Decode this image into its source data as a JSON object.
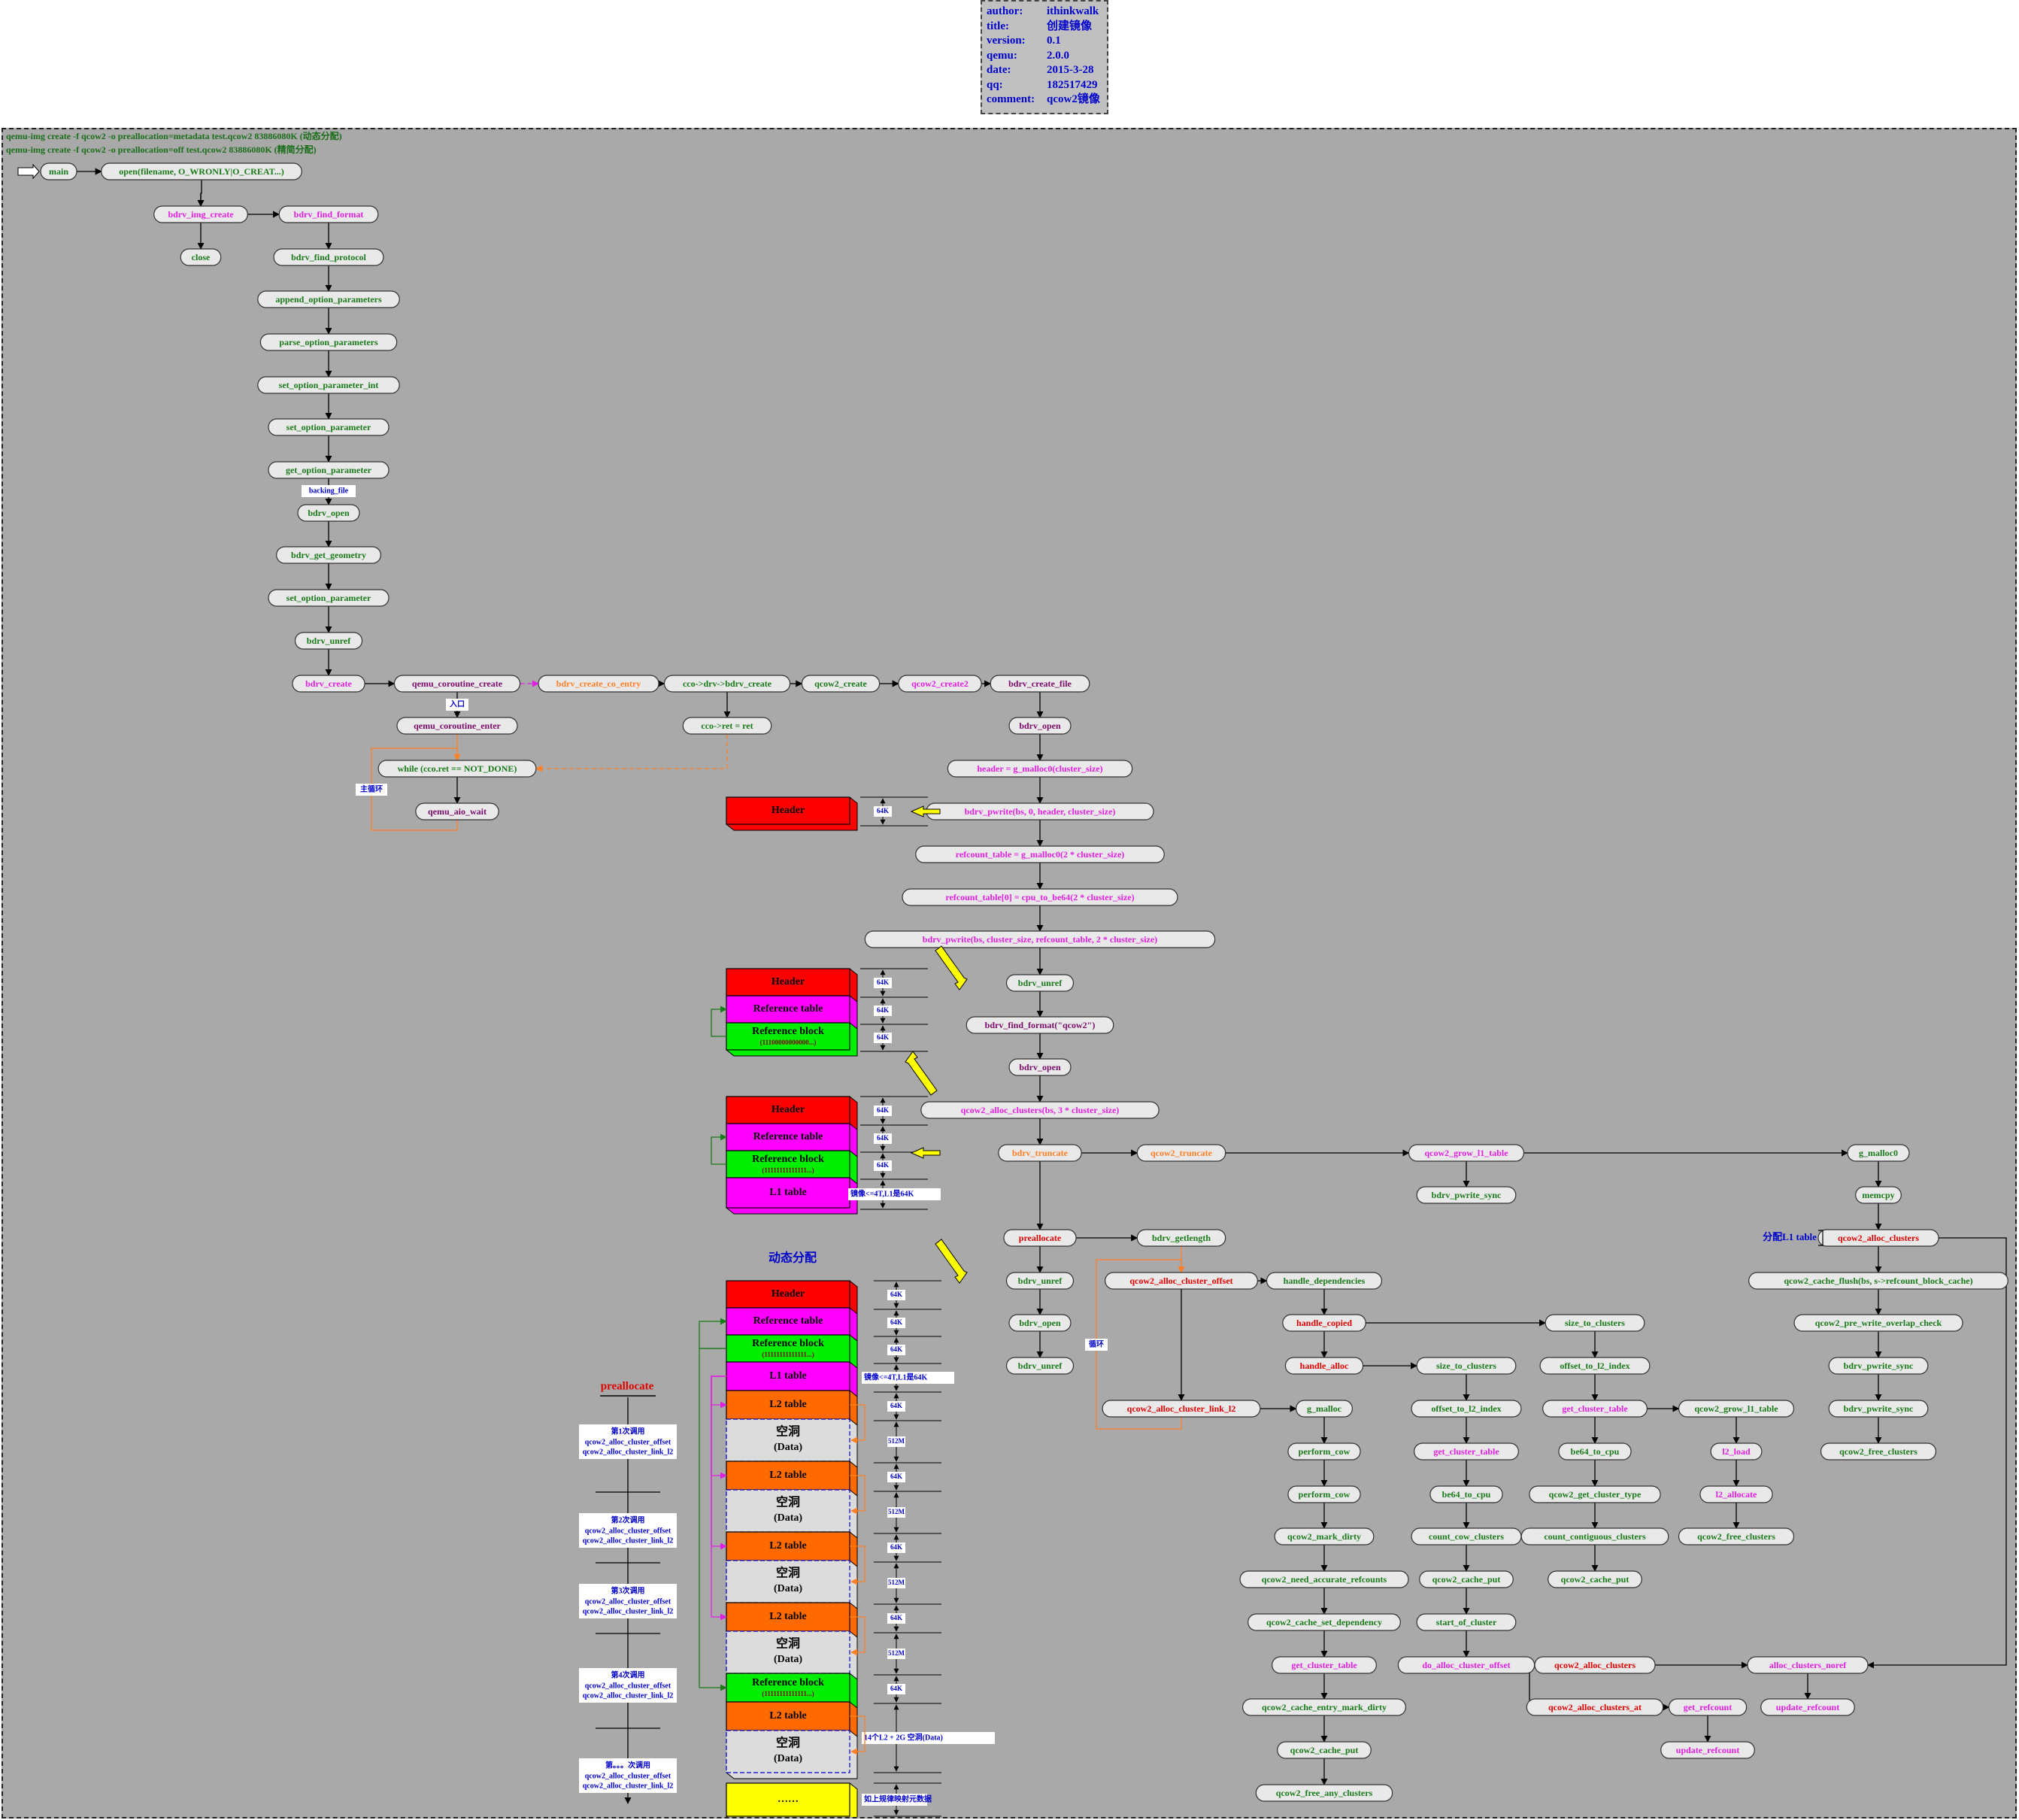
{
  "meta": {
    "rows": [
      {
        "key": "author:",
        "value": "ithinkwalk"
      },
      {
        "key": "title:",
        "value": "创建镜像"
      },
      {
        "key": "version:",
        "value": "0.1"
      },
      {
        "key": "qemu:",
        "value": "2.0.0"
      },
      {
        "key": "date:",
        "value": "2015-3-28"
      },
      {
        "key": "qq:",
        "value": "182517429"
      },
      {
        "key": "comment:",
        "value": "qcow2镜像"
      }
    ]
  },
  "commands": {
    "line1": "qemu-img create -f qcow2 -o preallocation=metadata test.qcow2 83886080K (动态分配)",
    "line2": "qemu-img create -f qcow2 -o preallocation=off test.qcow2 83886080K (精简分配)"
  },
  "colors": {
    "green": "#1a7a1a",
    "magenta": "#e020e0",
    "orange": "#ff7f27",
    "red": "#e00000",
    "purple": "#7a0a6a",
    "blue": "#0000cc"
  },
  "nodes": [
    {
      "id": "main",
      "label": "main",
      "c": "green"
    },
    {
      "id": "open",
      "label": "open(filename, O_WRONLY|O_CREAT...)",
      "c": "green"
    },
    {
      "id": "bdrv_img_create",
      "label": "bdrv_img_create",
      "c": "magenta"
    },
    {
      "id": "bdrv_find_format",
      "label": "bdrv_find_format",
      "c": "magenta"
    },
    {
      "id": "close",
      "label": "close",
      "c": "green"
    },
    {
      "id": "bdrv_find_protocol",
      "label": "bdrv_find_protocol",
      "c": "green"
    },
    {
      "id": "append_option_parameters",
      "label": "append_option_parameters",
      "c": "green"
    },
    {
      "id": "parse_option_parameters",
      "label": "parse_option_parameters",
      "c": "green"
    },
    {
      "id": "set_option_parameter_int",
      "label": "set_option_parameter_int",
      "c": "green"
    },
    {
      "id": "set_option_parameter1",
      "label": "set_option_parameter",
      "c": "green"
    },
    {
      "id": "get_option_parameter",
      "label": "get_option_parameter",
      "c": "green"
    },
    {
      "id": "bdrv_open1",
      "label": "bdrv_open",
      "c": "green"
    },
    {
      "id": "bdrv_get_geometry",
      "label": "bdrv_get_geometry",
      "c": "green"
    },
    {
      "id": "set_option_parameter2",
      "label": "set_option_parameter",
      "c": "green"
    },
    {
      "id": "bdrv_unref1",
      "label": "bdrv_unref",
      "c": "green"
    },
    {
      "id": "bdrv_create",
      "label": "bdrv_create",
      "c": "magenta"
    },
    {
      "id": "qemu_coroutine_create",
      "label": "qemu_coroutine_create",
      "c": "purple"
    },
    {
      "id": "bdrv_create_co_entry",
      "label": "bdrv_create_co_entry",
      "c": "orange"
    },
    {
      "id": "cco_drv_create",
      "label": "cco->drv->bdrv_create",
      "c": "green"
    },
    {
      "id": "qcow2_create",
      "label": "qcow2_create",
      "c": "green"
    },
    {
      "id": "qcow2_create2",
      "label": "qcow2_create2",
      "c": "magenta"
    },
    {
      "id": "bdrv_create_file",
      "label": "bdrv_create_file",
      "c": "purple"
    },
    {
      "id": "qemu_coroutine_enter",
      "label": "qemu_coroutine_enter",
      "c": "purple"
    },
    {
      "id": "cco_ret",
      "label": "cco->ret = ret",
      "c": "green"
    },
    {
      "id": "while",
      "label": "while (cco.ret == NOT_DONE)",
      "c": "green"
    },
    {
      "id": "qemu_aio_wait",
      "label": "qemu_aio_wait",
      "c": "purple"
    },
    {
      "id": "bdrv_open2",
      "label": "bdrv_open",
      "c": "purple"
    },
    {
      "id": "header_malloc",
      "label": "header = g_malloc0(cluster_size)",
      "c": "magenta"
    },
    {
      "id": "bdrv_pwrite1",
      "label": "bdrv_pwrite(bs, 0, header, cluster_size)",
      "c": "magenta"
    },
    {
      "id": "refcount_table",
      "label": "refcount_table = g_malloc0(2 * cluster_size)",
      "c": "magenta"
    },
    {
      "id": "refcount_table0",
      "label": "refcount_table[0] = cpu_to_be64(2 * cluster_size)",
      "c": "magenta"
    },
    {
      "id": "bdrv_pwrite2",
      "label": "bdrv_pwrite(bs, cluster_size, refcount_table, 2 * cluster_size)",
      "c": "magenta"
    },
    {
      "id": "bdrv_unref2",
      "label": "bdrv_unref",
      "c": "green"
    },
    {
      "id": "bdrv_find_format2",
      "label": "bdrv_find_format(\"qcow2\")",
      "c": "purple"
    },
    {
      "id": "bdrv_open3",
      "label": "bdrv_open",
      "c": "purple"
    },
    {
      "id": "qcow2_alloc_clusters_bs",
      "label": "qcow2_alloc_clusters(bs, 3 * cluster_size)",
      "c": "magenta"
    },
    {
      "id": "bdrv_truncate",
      "label": "bdrv_truncate",
      "c": "orange"
    },
    {
      "id": "qcow2_truncate",
      "label": "qcow2_truncate",
      "c": "orange"
    },
    {
      "id": "qcow2_grow_l1_table",
      "label": "qcow2_grow_l1_table",
      "c": "magenta"
    },
    {
      "id": "g_malloc0",
      "label": "g_malloc0",
      "c": "green"
    },
    {
      "id": "bdrv_pwrite_sync0",
      "label": "bdrv_pwrite_sync",
      "c": "green"
    },
    {
      "id": "memcpy",
      "label": "memcpy",
      "c": "green"
    },
    {
      "id": "preallocate",
      "label": "preallocate",
      "c": "red"
    },
    {
      "id": "bdrv_getlength",
      "label": "bdrv_getlength",
      "c": "green"
    },
    {
      "id": "qcow2_alloc_clusters_r",
      "label": "qcow2_alloc_clusters",
      "c": "red"
    },
    {
      "id": "bdrv_unref3",
      "label": "bdrv_unref",
      "c": "green"
    },
    {
      "id": "qcow2_alloc_cluster_offset",
      "label": "qcow2_alloc_cluster_offset",
      "c": "red"
    },
    {
      "id": "handle_dependencies",
      "label": "handle_dependencies",
      "c": "green"
    },
    {
      "id": "qcow2_cache_flush",
      "label": "qcow2_cache_flush(bs, s->refcount_block_cache)",
      "c": "green"
    },
    {
      "id": "bdrv_open4",
      "label": "bdrv_open",
      "c": "green"
    },
    {
      "id": "handle_copied",
      "label": "handle_copied",
      "c": "red"
    },
    {
      "id": "size_to_clusters1",
      "label": "size_to_clusters",
      "c": "green"
    },
    {
      "id": "qcow2_pre_write_overlap_check",
      "label": "qcow2_pre_write_overlap_check",
      "c": "green"
    },
    {
      "id": "bdrv_unref4",
      "label": "bdrv_unref",
      "c": "green"
    },
    {
      "id": "handle_alloc",
      "label": "handle_alloc",
      "c": "red"
    },
    {
      "id": "size_to_clusters2",
      "label": "size_to_clusters",
      "c": "green"
    },
    {
      "id": "offset_to_l2_index1",
      "label": "offset_to_l2_index",
      "c": "green"
    },
    {
      "id": "bdrv_pwrite_sync1",
      "label": "bdrv_pwrite_sync",
      "c": "green"
    },
    {
      "id": "qcow2_alloc_cluster_link_l2",
      "label": "qcow2_alloc_cluster_link_l2",
      "c": "red"
    },
    {
      "id": "g_malloc",
      "label": "g_malloc",
      "c": "green"
    },
    {
      "id": "offset_to_l2_index2",
      "label": "offset_to_l2_index",
      "c": "green"
    },
    {
      "id": "get_cluster_table1",
      "label": "get_cluster_table",
      "c": "magenta"
    },
    {
      "id": "qcow2_grow_l1_table2",
      "label": "qcow2_grow_l1_table",
      "c": "green"
    },
    {
      "id": "bdrv_pwrite_sync2",
      "label": "bdrv_pwrite_sync",
      "c": "green"
    },
    {
      "id": "perform_cow1",
      "label": "perform_cow",
      "c": "green"
    },
    {
      "id": "get_cluster_table2",
      "label": "get_cluster_table",
      "c": "magenta"
    },
    {
      "id": "be64_to_cpu1",
      "label": "be64_to_cpu",
      "c": "green"
    },
    {
      "id": "l2_load",
      "label": "l2_load",
      "c": "magenta"
    },
    {
      "id": "qcow2_free_clusters1",
      "label": "qcow2_free_clusters",
      "c": "green"
    },
    {
      "id": "perform_cow2",
      "label": "perform_cow",
      "c": "green"
    },
    {
      "id": "be64_to_cpu2",
      "label": "be64_to_cpu",
      "c": "green"
    },
    {
      "id": "qcow2_get_cluster_type",
      "label": "qcow2_get_cluster_type",
      "c": "green"
    },
    {
      "id": "l2_allocate",
      "label": "l2_allocate",
      "c": "magenta"
    },
    {
      "id": "qcow2_mark_dirty",
      "label": "qcow2_mark_dirty",
      "c": "green"
    },
    {
      "id": "count_cow_clusters",
      "label": "count_cow_clusters",
      "c": "green"
    },
    {
      "id": "count_contiguous_clusters",
      "label": "count_contiguous_clusters",
      "c": "green"
    },
    {
      "id": "qcow2_free_clusters2",
      "label": "qcow2_free_clusters",
      "c": "green"
    },
    {
      "id": "qcow2_need_accurate_refcounts",
      "label": "qcow2_need_accurate_refcounts",
      "c": "green"
    },
    {
      "id": "qcow2_cache_put1",
      "label": "qcow2_cache_put",
      "c": "green"
    },
    {
      "id": "qcow2_cache_put2",
      "label": "qcow2_cache_put",
      "c": "green"
    },
    {
      "id": "qcow2_cache_set_dependency",
      "label": "qcow2_cache_set_dependency",
      "c": "green"
    },
    {
      "id": "start_of_cluster",
      "label": "start_of_cluster",
      "c": "green"
    },
    {
      "id": "get_cluster_table3",
      "label": "get_cluster_table",
      "c": "magenta"
    },
    {
      "id": "do_alloc_cluster_offset",
      "label": "do_alloc_cluster_offset",
      "c": "magenta"
    },
    {
      "id": "qcow2_alloc_clusters2",
      "label": "qcow2_alloc_clusters",
      "c": "red"
    },
    {
      "id": "alloc_clusters_noref",
      "label": "alloc_clusters_noref",
      "c": "magenta"
    },
    {
      "id": "qcow2_cache_entry_mark_dirty",
      "label": "qcow2_cache_entry_mark_dirty",
      "c": "green"
    },
    {
      "id": "qcow2_alloc_clusters_at",
      "label": "qcow2_alloc_clusters_at",
      "c": "red"
    },
    {
      "id": "get_refcount",
      "label": "get_refcount",
      "c": "magenta"
    },
    {
      "id": "update_refcount1",
      "label": "update_refcount",
      "c": "magenta"
    },
    {
      "id": "qcow2_cache_put3",
      "label": "qcow2_cache_put",
      "c": "green"
    },
    {
      "id": "update_refcount2",
      "label": "update_refcount",
      "c": "magenta"
    },
    {
      "id": "qcow2_free_any_clusters",
      "label": "qcow2_free_any_clusters",
      "c": "green"
    }
  ],
  "edge_labels": {
    "backing_file": "backing_file",
    "ru_kou": "入口",
    "main_loop": "主循环",
    "loop": "循环",
    "alloc_l1": "分配L1 table"
  },
  "disk": {
    "block_names": {
      "header": "Header",
      "reftable": "Reference table",
      "refblock": "Reference block",
      "refblock_sub1": "(11100000000000...)",
      "refblock_sub2": "(11111111111111...)",
      "l1": "L1 table",
      "l2": "L2 table",
      "hole": "空洞",
      "data": "(Data)",
      "more": "……"
    },
    "sizes": {
      "k64": "64K",
      "m512": "512M"
    },
    "notes": {
      "l1_size1": "镜像<=4T,L1是64K",
      "l1_size2": "镜像<=4T,L1是64K",
      "l2_note": "14个L2 + 2G 空洞(Data)",
      "tail": "如上规律映射元数据"
    },
    "dynamic_title": "动态分配"
  },
  "prealloc": {
    "title": "preallocate",
    "calls": [
      {
        "label": "第1次调用",
        "l1": "qcow2_alloc_cluster_offset",
        "l2": "qcow2_alloc_cluster_link_l2"
      },
      {
        "label": "第2次调用",
        "l1": "qcow2_alloc_cluster_offset",
        "l2": "qcow2_alloc_cluster_link_l2"
      },
      {
        "label": "第3次调用",
        "l1": "qcow2_alloc_cluster_offset",
        "l2": "qcow2_alloc_cluster_link_l2"
      },
      {
        "label": "第4次调用",
        "l1": "qcow2_alloc_cluster_offset",
        "l2": "qcow2_alloc_cluster_link_l2"
      },
      {
        "label": "第。。。次调用",
        "l1": "qcow2_alloc_cluster_offset",
        "l2": "qcow2_alloc_cluster_link_l2"
      }
    ]
  }
}
